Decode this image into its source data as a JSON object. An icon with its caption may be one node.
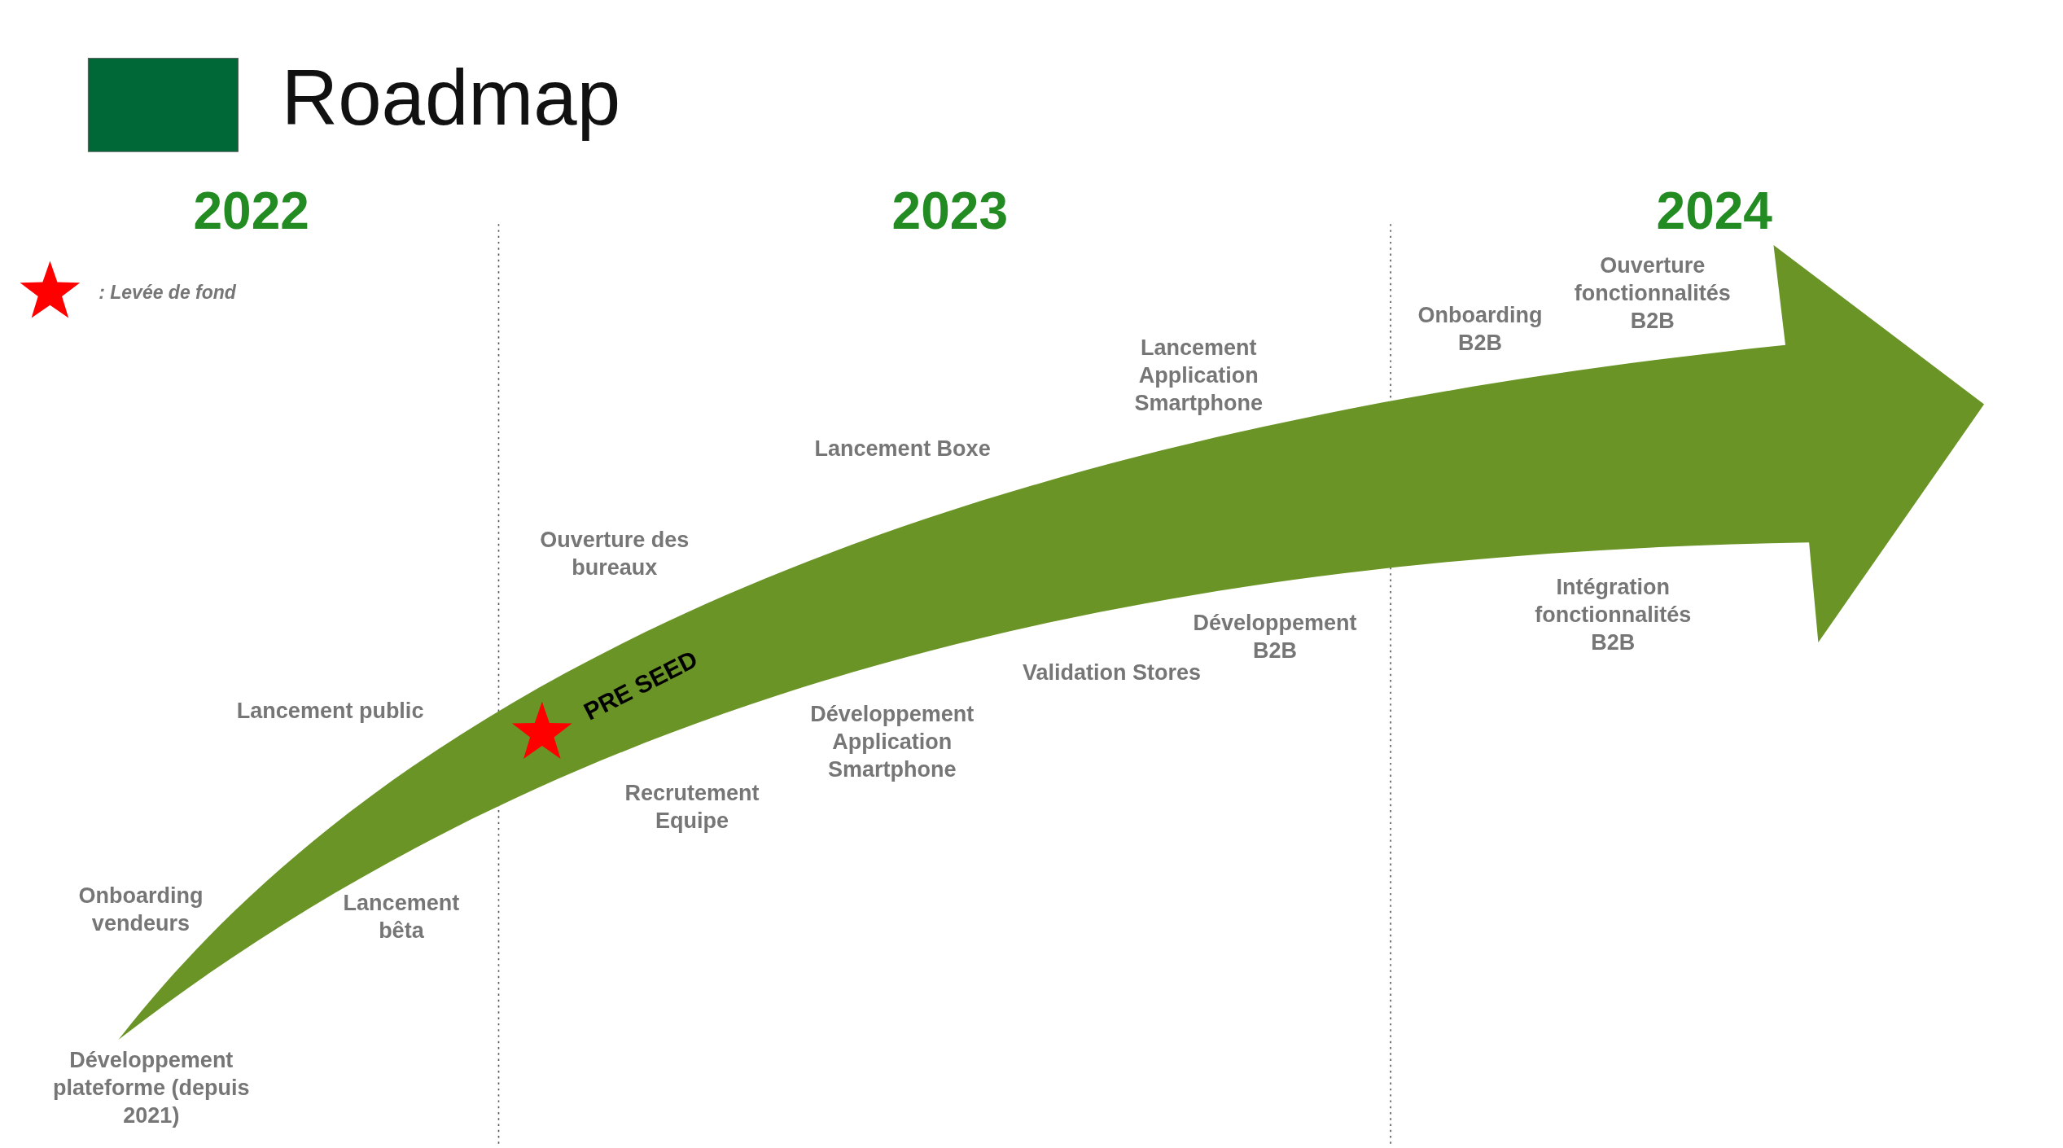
{
  "diagram": {
    "title": "Roadmap",
    "nodes": [
      {
        "text": [],
        "shape": "box"
      }
    ],
    "labels": [
      "2022",
      "2023",
      "2024",
      "Ouverture fonctionnalités B2B",
      "Onboarding B2B",
      "Lancement Application Smartphone",
      "Lancement Boxe",
      "Ouverture des bureaux",
      "Intégration fonctionnalités B2B",
      "Développement B2B",
      "PRE SEED",
      "Validation Stores",
      "Lancement public",
      "Développement Application Smartphone",
      "Recrutement Equipe",
      "Onboarding vendeurs",
      "Lancement bêta",
      "Développement plateforme (depuis 2021)"
    ],
    "legend": [
      {
        "text": ": Levée de fond"
      }
    ]
  }
}
